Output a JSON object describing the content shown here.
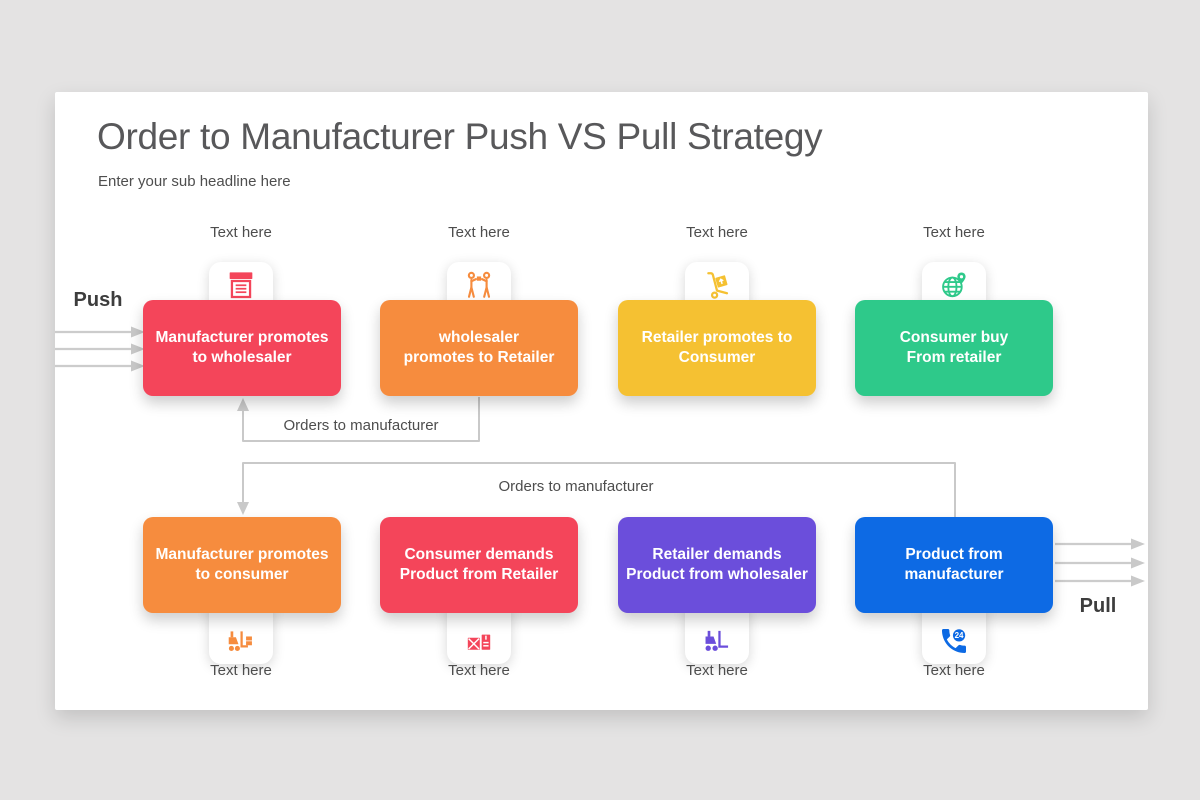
{
  "title": "Order to Manufacturer Push VS Pull Strategy",
  "subtitle": "Enter your sub headline here",
  "labels": {
    "push": "Push",
    "pull": "Pull",
    "orders_top": "Orders to manufacturer",
    "orders_bottom": "Orders to manufacturer"
  },
  "colors": {
    "background": "#e4e3e3",
    "slide": "#ffffff",
    "connector": "#c9c9c9",
    "muted_text": "#4d4d4d",
    "title_text": "#58585a",
    "red": "#F4455A",
    "orange": "#F68C3E",
    "yellow": "#F5C132",
    "green": "#2EC98A",
    "purple": "#6B4EDB",
    "blue": "#0D6AE4"
  },
  "top_row": [
    {
      "caption": "Text here",
      "text": "Manufacturer promotes\nto wholesaler",
      "color": "#F4455A",
      "icon": "store-icon"
    },
    {
      "caption": "Text here",
      "text": "wholesaler\npromotes to Retailer",
      "color": "#F68C3E",
      "icon": "people-exchange-icon"
    },
    {
      "caption": "Text here",
      "text": "Retailer promotes to\nConsumer",
      "color": "#F5C132",
      "icon": "hand-truck-icon"
    },
    {
      "caption": "Text here",
      "text": "Consumer buy\nFrom retailer",
      "color": "#2EC98A",
      "icon": "globe-pin-icon"
    }
  ],
  "bottom_row": [
    {
      "caption": "Text here",
      "text": "Manufacturer promotes\nto consumer",
      "color": "#F68C3E",
      "icon": "forklift-boxes-icon"
    },
    {
      "caption": "Text here",
      "text": "Consumer demands\nProduct from Retailer",
      "color": "#F4455A",
      "icon": "packages-icon"
    },
    {
      "caption": "Text here",
      "text": "Retailer demands\nProduct from wholesaler",
      "color": "#6B4EDB",
      "icon": "forklift-icon"
    },
    {
      "caption": "Text here",
      "text": "Product from\nmanufacturer",
      "color": "#0D6AE4",
      "icon": "phone-24-icon"
    }
  ]
}
